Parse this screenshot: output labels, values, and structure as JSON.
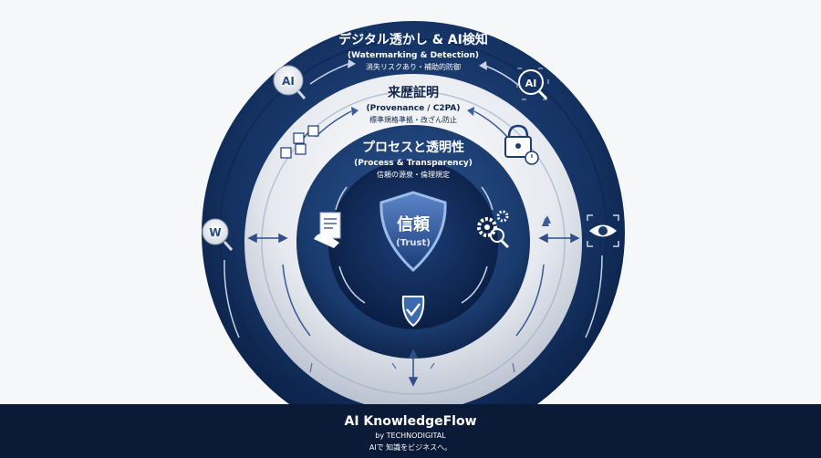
{
  "diagram": {
    "outer_ring": {
      "title": "デジタル透かし & AI検知",
      "subtitle_en": "(Watermarking & Detection)",
      "desc": "消失リスクあり・補助的防御"
    },
    "middle_ring": {
      "title": "来歴証明",
      "subtitle_en": "(Provenance / C2PA)",
      "desc": "標準規格準拠・改ざん防止"
    },
    "inner_ring": {
      "title": "プロセスと透明性",
      "subtitle_en": "(Process & Transparency)",
      "desc": "信頼の源泉・倫理規定"
    },
    "core": {
      "title": "信頼",
      "subtitle_en": "(Trust)"
    },
    "icons": {
      "ai_magnifier_left": "AI",
      "ai_magnifier_right": "AI",
      "watermark_w": "W"
    },
    "colors": {
      "outer_ring": "#13305e",
      "middle_ring": "#e8ebf1",
      "inner_ring": "#1a3a6c",
      "core": "#0c2149",
      "accent": "#2b5aa8",
      "footer": "#0b1a36"
    }
  },
  "footer": {
    "brand": "AI KnowledgeFlow",
    "byline": "by TECHNODIGITAL",
    "tagline": "AIで 知識をビジネスへ。"
  }
}
